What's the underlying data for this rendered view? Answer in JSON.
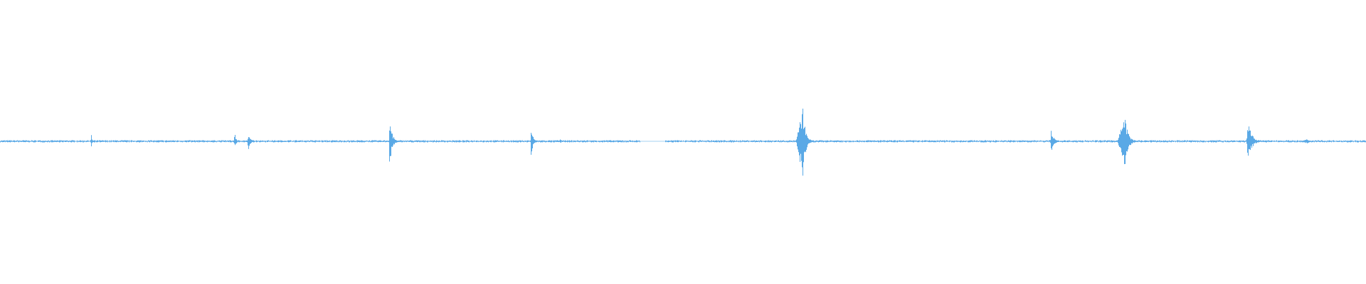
{
  "waveform": {
    "color": "#5aa9e6",
    "background": "#ffffff",
    "duration_seconds": 60,
    "amplitude_range": [
      -1,
      1
    ],
    "baseline_noise": 0.012,
    "gaps": [
      {
        "start": 28.1,
        "end": 29.2
      }
    ],
    "events": [
      {
        "time": 4.0,
        "peak": 0.09,
        "attack": 0.04,
        "decay": 0.15,
        "trough": 0.08
      },
      {
        "time": 10.3,
        "peak": 0.12,
        "attack": 0.05,
        "decay": 0.25,
        "trough": 0.1
      },
      {
        "time": 10.9,
        "peak": 0.11,
        "attack": 0.05,
        "decay": 0.35,
        "trough": 0.12
      },
      {
        "time": 17.1,
        "peak": 0.36,
        "attack": 0.03,
        "decay": 0.4,
        "trough": 0.38
      },
      {
        "time": 23.3,
        "peak": 0.23,
        "attack": 0.02,
        "decay": 0.35,
        "trough": 0.24
      },
      {
        "time": 24.6,
        "peak": 0.03,
        "attack": 0.05,
        "decay": 0.3,
        "trough": 0.03
      },
      {
        "time": 35.25,
        "peak": 0.48,
        "attack": 0.3,
        "decay": 0.45,
        "trough": 0.5
      },
      {
        "time": 36.3,
        "peak": 0.02,
        "attack": 0.05,
        "decay": 0.4,
        "trough": 0.02
      },
      {
        "time": 46.15,
        "peak": 0.17,
        "attack": 0.03,
        "decay": 0.45,
        "trough": 0.17
      },
      {
        "time": 49.4,
        "peak": 0.36,
        "attack": 0.35,
        "decay": 0.55,
        "trough": 0.36
      },
      {
        "time": 54.8,
        "peak": 0.29,
        "attack": 0.06,
        "decay": 0.65,
        "trough": 0.29
      },
      {
        "time": 57.4,
        "peak": 0.03,
        "attack": 0.3,
        "decay": 0.6,
        "trough": 0.03
      }
    ]
  }
}
